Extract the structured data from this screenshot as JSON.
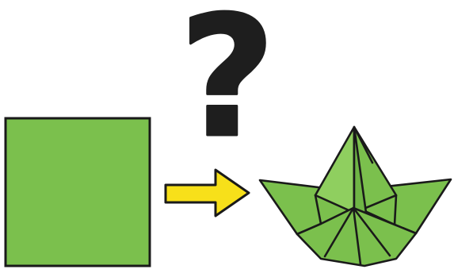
{
  "figure": {
    "question_mark": "?",
    "icons": {
      "start": "green-square",
      "process": "right-arrow",
      "result": "paper-boat"
    }
  },
  "colors": {
    "paper_green": "#7bc04d",
    "paper_green_light": "#8fcf5f",
    "paper_green_dark": "#5f9f36",
    "arrow_yellow": "#f7e01a",
    "outline": "#1a1a1a",
    "question_mark": "#1e1e1e"
  }
}
